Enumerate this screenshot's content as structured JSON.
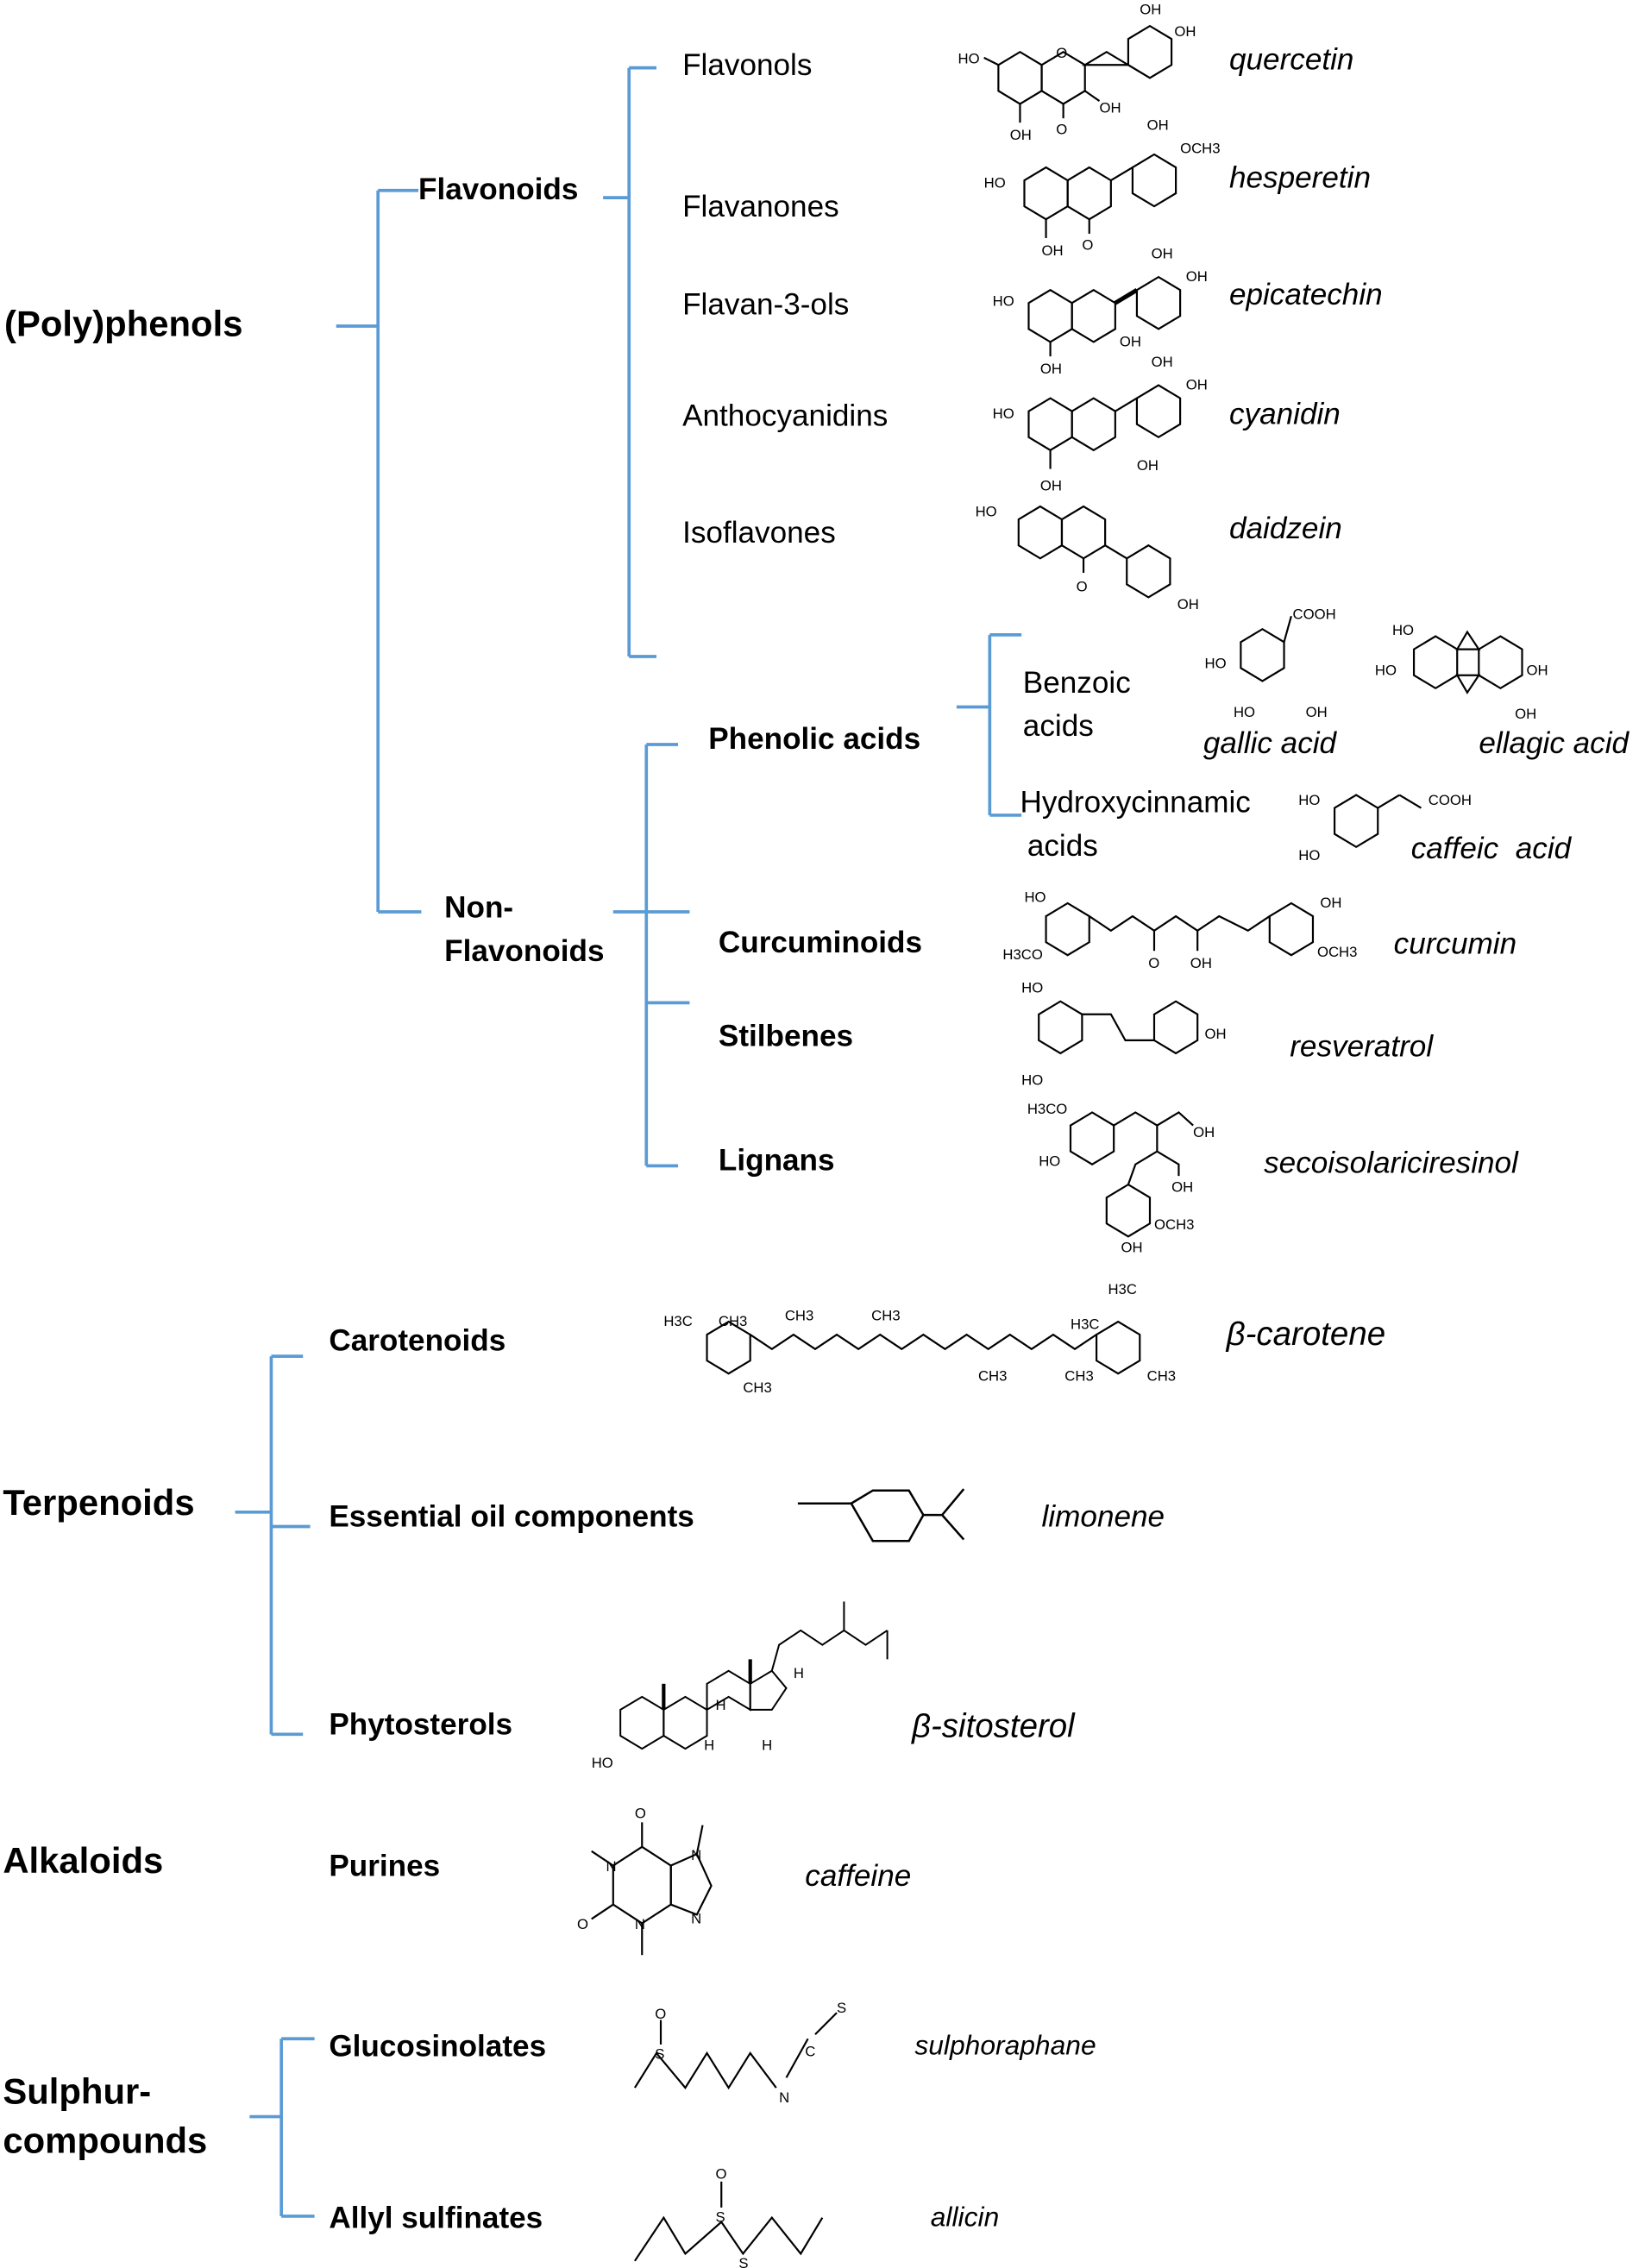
{
  "colors": {
    "bracket": "#5b9bd5",
    "text": "#000000"
  },
  "groups": {
    "polyphenols": {
      "label": "(Poly)phenols",
      "flavonoids": {
        "label": "Flavonoids",
        "items": [
          {
            "label": "Flavonols",
            "compound": "quercetin"
          },
          {
            "label": "Flavanones",
            "compound": "hesperetin"
          },
          {
            "label": "Flavan-3-ols",
            "compound": "epicatechin"
          },
          {
            "label": "Anthocyanidins",
            "compound": "cyanidin"
          },
          {
            "label": "Isoflavones",
            "compound": "daidzein"
          }
        ]
      },
      "non_flavonoids": {
        "label_line1": "Non-",
        "label_line2": "Flavonoids",
        "phenolic_acids": {
          "label": "Phenolic acids",
          "benzoic": {
            "line1": "Benzoic",
            "line2": "acids",
            "compounds": [
              "gallic acid",
              "ellagic acid"
            ]
          },
          "hydroxycinnamic": {
            "line1": "Hydroxycinnamic",
            "line2": "acids",
            "compound": "caffeic  acid"
          }
        },
        "items": [
          {
            "label": "Curcuminoids",
            "compound": "curcumin"
          },
          {
            "label": "Stilbenes",
            "compound": "resveratrol"
          },
          {
            "label": "Lignans",
            "compound": "secoisolariciresinol"
          }
        ]
      }
    },
    "terpenoids": {
      "label": "Terpenoids",
      "items": [
        {
          "label": "Carotenoids",
          "compound": "β-carotene"
        },
        {
          "label": "Essential oil components",
          "compound": "limonene"
        },
        {
          "label": "Phytosterols",
          "compound": "β-sitosterol"
        }
      ]
    },
    "alkaloids": {
      "label": "Alkaloids",
      "items": [
        {
          "label": "Purines",
          "compound": "caffeine"
        }
      ]
    },
    "sulphur": {
      "label_line1": "Sulphur-",
      "label_line2": "compounds",
      "items": [
        {
          "label": "Glucosinolates",
          "compound": "sulphoraphane"
        },
        {
          "label": "Allyl sulfinates",
          "compound": "allicin"
        }
      ]
    }
  },
  "atom_labels": {
    "oh": "OH",
    "ho": "HO",
    "o": "O",
    "och3": "OCH3",
    "h3co": "H3CO",
    "cooh": "COOH",
    "ch3": "CH3",
    "h3c": "H3C",
    "n": "N",
    "s": "S",
    "c": "C",
    "h": "H"
  }
}
